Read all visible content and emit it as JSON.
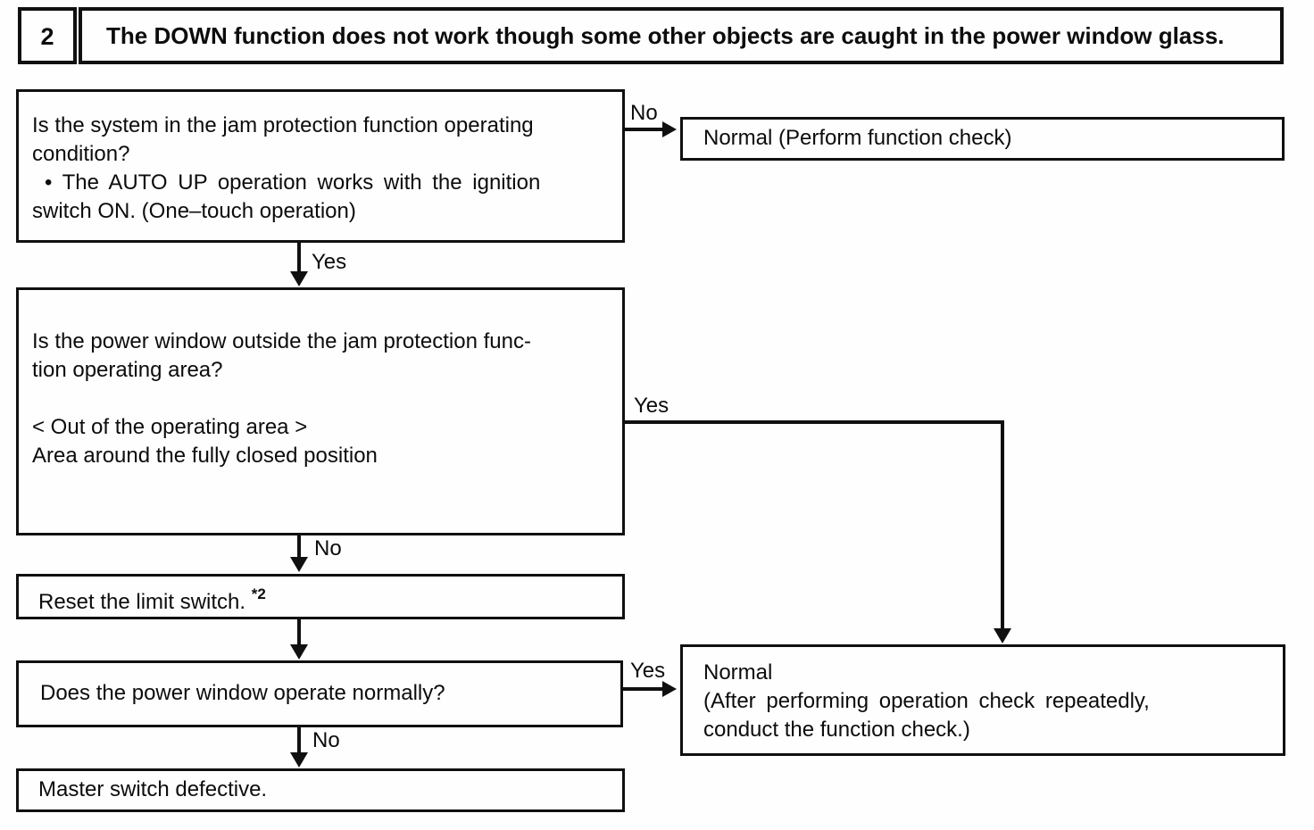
{
  "header": {
    "step_number": "2",
    "title": "The DOWN function does not work though some other objects are caught in the power window glass."
  },
  "nodes": {
    "q1": {
      "lines": [
        "Is the system in the jam protection function operating",
        "condition?",
        "• The AUTO UP operation works with the ignition",
        "switch ON. (One–touch operation)"
      ]
    },
    "normal1": {
      "text": "Normal (Perform function check)"
    },
    "q2": {
      "lines": [
        "Is the power window outside the jam protection func-",
        "tion operating area?",
        "",
        "< Out of the operating area >",
        "Area around the fully closed position"
      ]
    },
    "reset": {
      "text": "Reset the limit switch.",
      "note_ref": "*2"
    },
    "q3": {
      "text": "Does the power window operate normally?"
    },
    "normal2": {
      "lines": [
        "Normal",
        "(After performing operation check repeatedly,",
        "conduct the function check.)"
      ]
    },
    "master": {
      "text": "Master switch defective."
    }
  },
  "edges": {
    "q1_no": "No",
    "q1_yes": "Yes",
    "q2_yes": "Yes",
    "q2_no": "No",
    "q3_yes": "Yes",
    "q3_no": "No"
  },
  "colors": {
    "ink": "#101010",
    "paper": "#fefefe"
  }
}
